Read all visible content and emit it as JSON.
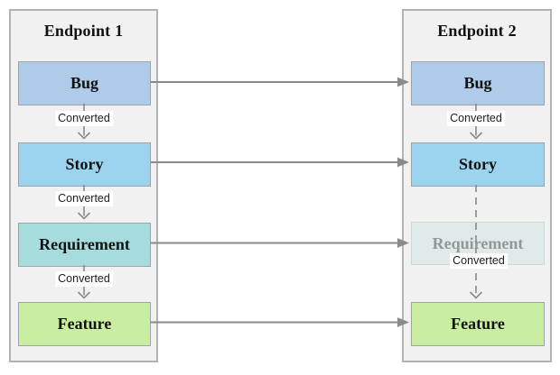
{
  "diagram": {
    "type": "flow-diagram",
    "description": "Work item type conversion mapping between two endpoints",
    "panels": [
      {
        "id": "endpoint1",
        "title": "Endpoint 1",
        "nodes": [
          {
            "id": "bug",
            "label": "Bug",
            "fill": "#AECBEA",
            "faded": false
          },
          {
            "id": "story",
            "label": "Story",
            "fill": "#9CD4EF",
            "faded": false
          },
          {
            "id": "requirement",
            "label": "Requirement",
            "fill": "#A6DCDC",
            "faded": false
          },
          {
            "id": "feature",
            "label": "Feature",
            "fill": "#C9EEA1",
            "faded": false
          }
        ]
      },
      {
        "id": "endpoint2",
        "title": "Endpoint 2",
        "nodes": [
          {
            "id": "bug",
            "label": "Bug",
            "fill": "#AECBEA",
            "faded": false
          },
          {
            "id": "story",
            "label": "Story",
            "fill": "#9CD4EF",
            "faded": false
          },
          {
            "id": "requirement",
            "label": "Requirement",
            "fill": "#E0EAEB",
            "faded": true,
            "text_color": "#929899"
          },
          {
            "id": "feature",
            "label": "Feature",
            "fill": "#C9EEA1",
            "faded": false
          }
        ]
      }
    ],
    "edges": [
      {
        "id": "e1-bug-story",
        "from": "endpoint1.bug",
        "to": "endpoint1.story",
        "label": "Converted",
        "line": "solid",
        "direction": "down"
      },
      {
        "id": "e1-story-requirement",
        "from": "endpoint1.story",
        "to": "endpoint1.requirement",
        "label": "Converted",
        "line": "solid",
        "direction": "down"
      },
      {
        "id": "e1-requirement-feature",
        "from": "endpoint1.requirement",
        "to": "endpoint1.feature",
        "label": "Converted",
        "line": "solid",
        "direction": "down"
      },
      {
        "id": "e2-bug-story",
        "from": "endpoint2.bug",
        "to": "endpoint2.story",
        "label": "Converted",
        "line": "solid",
        "direction": "down"
      },
      {
        "id": "e2-story-feature",
        "from": "endpoint2.story",
        "to": "endpoint2.feature",
        "label": "Converted",
        "line": "dashed",
        "direction": "down"
      },
      {
        "id": "bug-to-bug",
        "from": "endpoint1.bug",
        "to": "endpoint2.bug",
        "label": "",
        "line": "solid",
        "direction": "right"
      },
      {
        "id": "story-to-story",
        "from": "endpoint1.story",
        "to": "endpoint2.story",
        "label": "",
        "line": "solid",
        "direction": "right"
      },
      {
        "id": "requirement-to-requirement",
        "from": "endpoint1.requirement",
        "to": "endpoint2.requirement",
        "label": "",
        "line": "solid",
        "direction": "right"
      },
      {
        "id": "feature-to-feature",
        "from": "endpoint1.feature",
        "to": "endpoint2.feature",
        "label": "",
        "line": "solid",
        "direction": "right"
      }
    ],
    "colors": {
      "panel_bg": "#F1F1F2",
      "panel_border": "#B3B3B3",
      "node_border": "#9DA3A8",
      "arrow": "#8A8A8A",
      "label_bg": "#FFFFFF",
      "text": "#111111"
    }
  }
}
